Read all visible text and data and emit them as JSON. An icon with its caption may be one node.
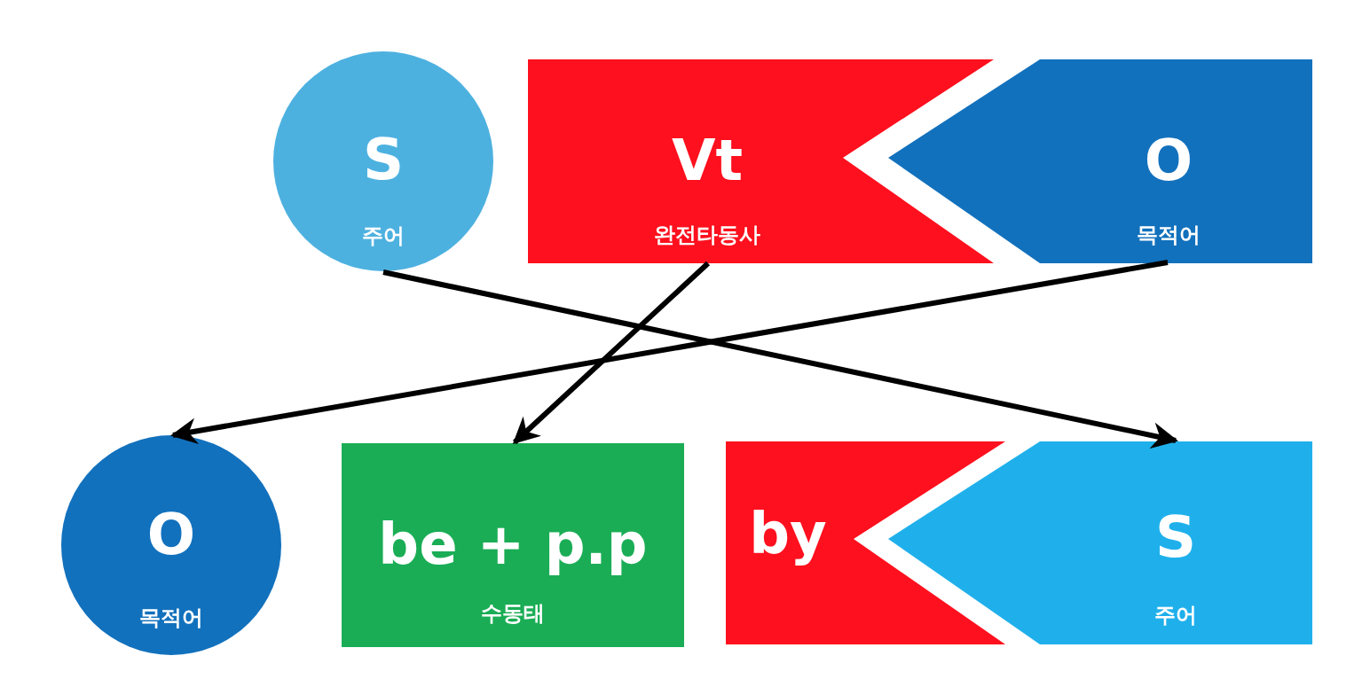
{
  "diagram": {
    "nodes": [
      {
        "text": [
          "S",
          "주어"
        ]
      },
      {
        "text": [
          "Vt",
          "완전타동사"
        ]
      },
      {
        "text": [
          "O",
          "목적어"
        ]
      },
      {
        "text": [
          "O",
          "목적어"
        ]
      },
      {
        "text": [
          "be + p.p",
          "수동태"
        ]
      },
      {
        "text": [
          "by"
        ]
      },
      {
        "text": [
          "S",
          "주어"
        ]
      }
    ],
    "edges": [
      {
        "from": 0,
        "to": 6,
        "arrow": "to"
      },
      {
        "from": 1,
        "to": 4,
        "arrow": "to"
      },
      {
        "from": 2,
        "to": 3,
        "arrow": "to"
      }
    ]
  }
}
